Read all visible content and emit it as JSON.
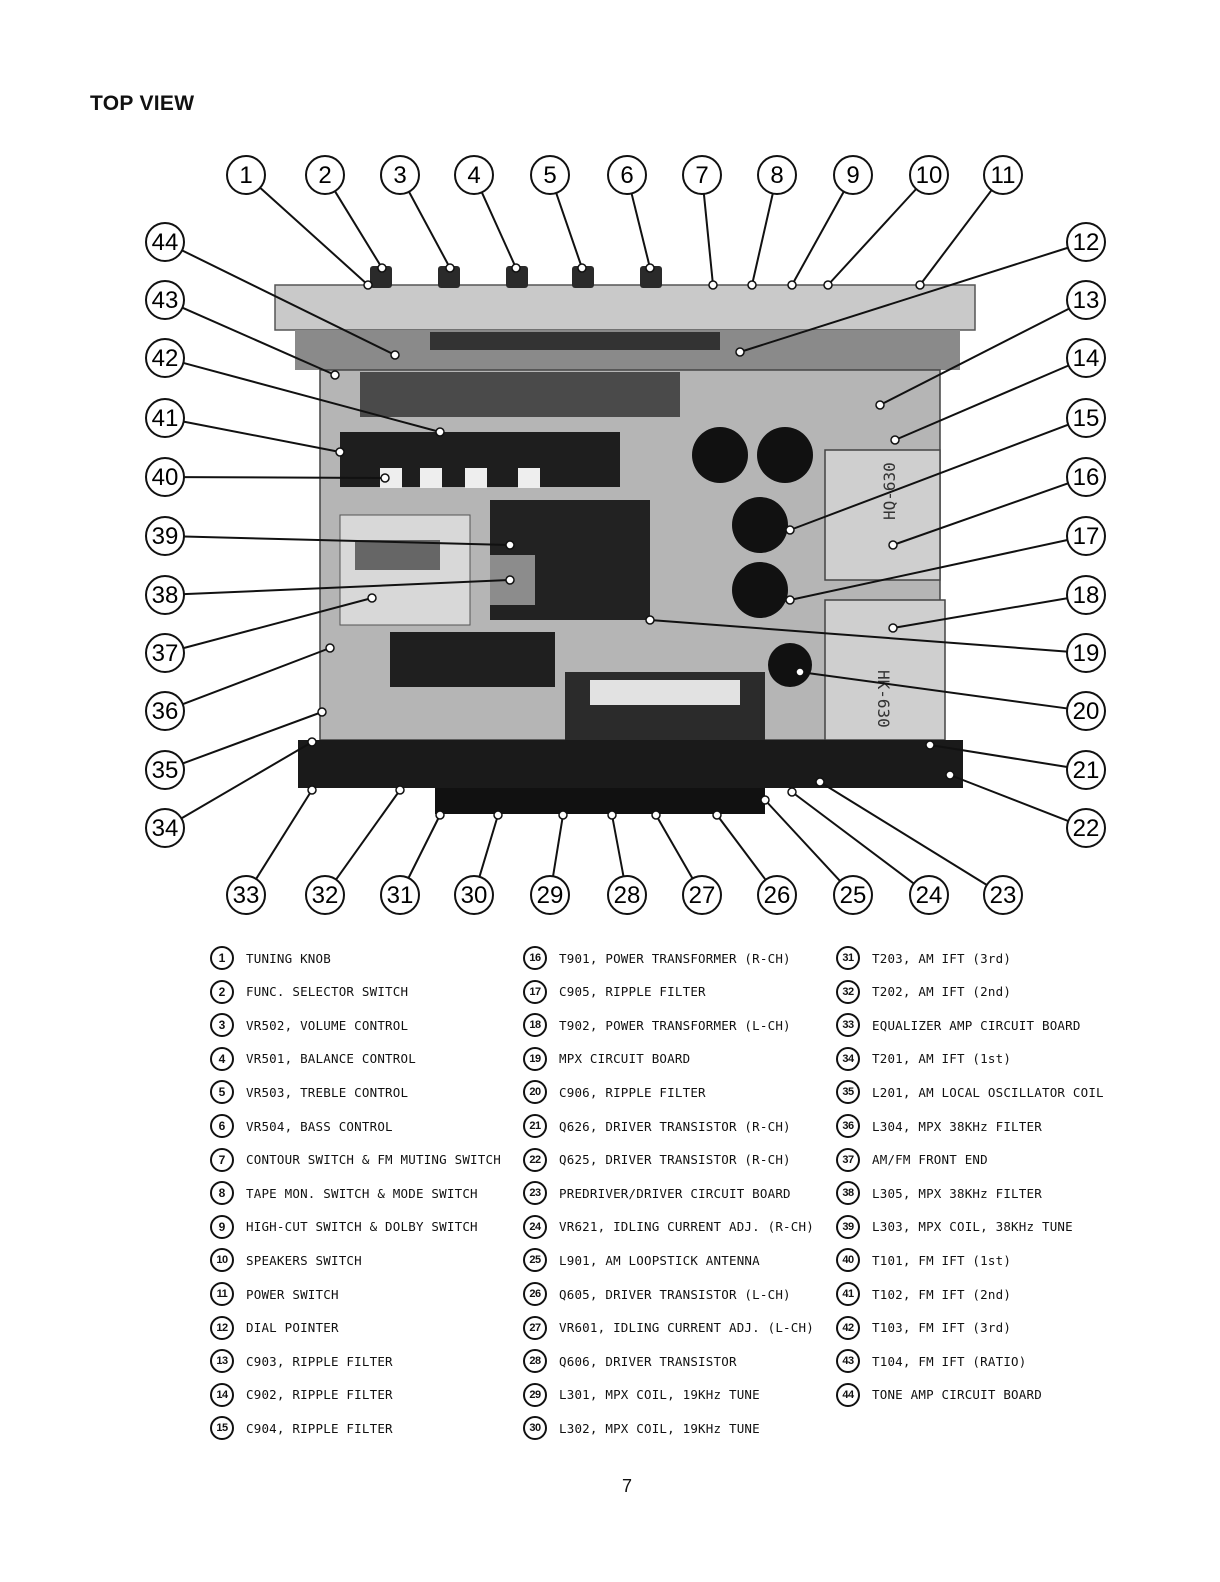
{
  "title": "TOP VIEW",
  "page_number": "7",
  "callouts_top": [
    "1",
    "2",
    "3",
    "4",
    "5",
    "6",
    "7",
    "8",
    "9",
    "10",
    "11"
  ],
  "callouts_right": [
    "12",
    "13",
    "14",
    "15",
    "16",
    "17",
    "18",
    "19",
    "20",
    "21",
    "22"
  ],
  "callouts_bottom": [
    "33",
    "32",
    "31",
    "30",
    "29",
    "28",
    "27",
    "26",
    "25",
    "24",
    "23"
  ],
  "callouts_left": [
    "44",
    "43",
    "42",
    "41",
    "40",
    "39",
    "38",
    "37",
    "36",
    "35",
    "34"
  ],
  "transformer_labels": [
    "HQ-630",
    "HK-630"
  ],
  "legend": [
    {
      "num": "1",
      "label": "TUNING KNOB"
    },
    {
      "num": "2",
      "label": "FUNC. SELECTOR SWITCH"
    },
    {
      "num": "3",
      "label": "VR502, VOLUME CONTROL"
    },
    {
      "num": "4",
      "label": "VR501, BALANCE CONTROL"
    },
    {
      "num": "5",
      "label": "VR503, TREBLE CONTROL"
    },
    {
      "num": "6",
      "label": "VR504, BASS CONTROL"
    },
    {
      "num": "7",
      "label": "CONTOUR SWITCH & FM MUTING SWITCH"
    },
    {
      "num": "8",
      "label": "TAPE MON. SWITCH & MODE SWITCH"
    },
    {
      "num": "9",
      "label": "HIGH-CUT SWITCH & DOLBY SWITCH"
    },
    {
      "num": "10",
      "label": "SPEAKERS SWITCH"
    },
    {
      "num": "11",
      "label": "POWER SWITCH"
    },
    {
      "num": "12",
      "label": "DIAL POINTER"
    },
    {
      "num": "13",
      "label": "C903, RIPPLE FILTER"
    },
    {
      "num": "14",
      "label": "C902, RIPPLE FILTER"
    },
    {
      "num": "15",
      "label": "C904, RIPPLE FILTER"
    },
    {
      "num": "16",
      "label": "T901, POWER TRANSFORMER (R-CH)"
    },
    {
      "num": "17",
      "label": "C905, RIPPLE FILTER"
    },
    {
      "num": "18",
      "label": "T902, POWER TRANSFORMER (L-CH)"
    },
    {
      "num": "19",
      "label": "MPX CIRCUIT BOARD"
    },
    {
      "num": "20",
      "label": "C906, RIPPLE FILTER"
    },
    {
      "num": "21",
      "label": "Q626, DRIVER TRANSISTOR (R-CH)"
    },
    {
      "num": "22",
      "label": "Q625, DRIVER TRANSISTOR (R-CH)"
    },
    {
      "num": "23",
      "label": "PREDRIVER/DRIVER CIRCUIT BOARD"
    },
    {
      "num": "24",
      "label": "VR621, IDLING CURRENT ADJ. (R-CH)"
    },
    {
      "num": "25",
      "label": "L901, AM LOOPSTICK ANTENNA"
    },
    {
      "num": "26",
      "label": "Q605, DRIVER TRANSISTOR (L-CH)"
    },
    {
      "num": "27",
      "label": "VR601, IDLING CURRENT ADJ. (L-CH)"
    },
    {
      "num": "28",
      "label": "Q606, DRIVER TRANSISTOR"
    },
    {
      "num": "29",
      "label": "L301, MPX COIL, 19KHz TUNE"
    },
    {
      "num": "30",
      "label": "L302, MPX COIL, 19KHz TUNE"
    },
    {
      "num": "31",
      "label": "T203, AM IFT (3rd)"
    },
    {
      "num": "32",
      "label": "T202, AM IFT (2nd)"
    },
    {
      "num": "33",
      "label": "EQUALIZER AMP CIRCUIT BOARD"
    },
    {
      "num": "34",
      "label": "T201, AM IFT (1st)"
    },
    {
      "num": "35",
      "label": "L201, AM LOCAL OSCILLATOR COIL"
    },
    {
      "num": "36",
      "label": "L304, MPX 38KHz FILTER"
    },
    {
      "num": "37",
      "label": "AM/FM FRONT END"
    },
    {
      "num": "38",
      "label": "L305, MPX 38KHz FILTER"
    },
    {
      "num": "39",
      "label": "L303, MPX COIL, 38KHz TUNE"
    },
    {
      "num": "40",
      "label": "T101, FM IFT (1st)"
    },
    {
      "num": "41",
      "label": "T102, FM IFT (2nd)"
    },
    {
      "num": "42",
      "label": "T103, FM IFT (3rd)"
    },
    {
      "num": "43",
      "label": "T104, FM IFT (RATIO)"
    },
    {
      "num": "44",
      "label": "TONE AMP CIRCUIT BOARD"
    }
  ]
}
